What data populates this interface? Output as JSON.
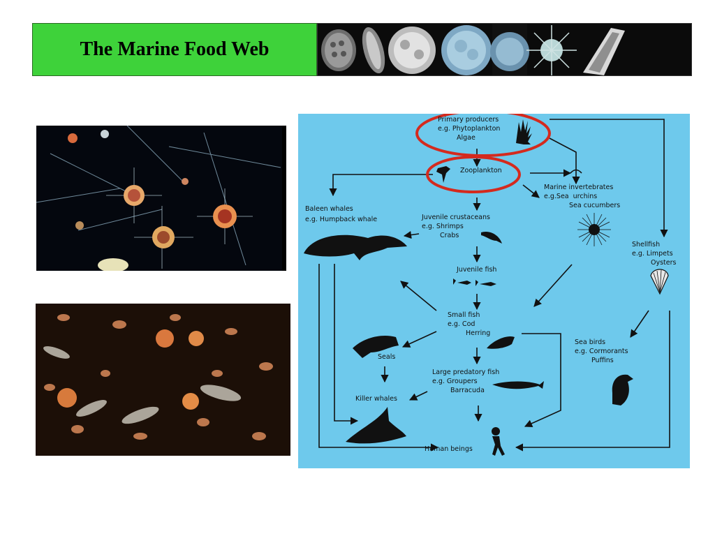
{
  "slide": {
    "title": "The Marine Food Web"
  },
  "diagram": {
    "nodes": {
      "primary_line1": "Primary producers",
      "primary_line2": "e.g. Phytoplankton",
      "primary_line3": "Algae",
      "zooplankton": "Zooplankton",
      "invert_line1": "Marine invertebrates",
      "invert_line2": "e.g.Sea  urchins",
      "invert_line3": "Sea cucumbers",
      "baleen_line1": "Baleen whales",
      "baleen_line2": "e.g. Humpback whale",
      "juvcrust_line1": "Juvenile crustaceans",
      "juvcrust_line2": "e.g. Shrimps",
      "juvcrust_line3": "Crabs",
      "juvfish": "Juvenile fish",
      "shellfish_line1": "Shellfish",
      "shellfish_line2": "e.g. Limpets",
      "shellfish_line3": "Oysters",
      "smallfish_line1": "Small fish",
      "smallfish_line2": "e.g. Cod",
      "smallfish_line3": "Herring",
      "seabirds_line1": "Sea birds",
      "seabirds_line2": "e.g. Cormorants",
      "seabirds_line3": "Puffins",
      "seals": "Seals",
      "largefish_line1": "Large predatory fish",
      "largefish_line2": "e.g. Groupers",
      "largefish_line3": "Barracuda",
      "killer": "Killer whales",
      "human": "Human beings"
    },
    "highlight_color": "#d42a1e",
    "background_color": "#6ec9ec"
  }
}
